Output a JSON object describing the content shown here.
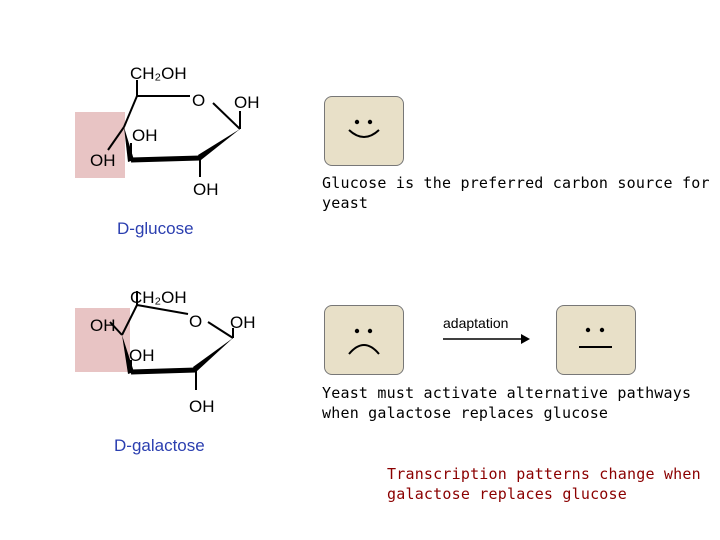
{
  "glucose": {
    "ch2oh": "CH₂OH",
    "ring_o": "O",
    "oh_c1": "OH",
    "oh_c4_hl": "OH",
    "oh_c3": "OH",
    "oh_c2": "OH",
    "name": "D-glucose",
    "highlight_color": "#e8c4c4"
  },
  "galactose": {
    "ch2oh": "CH₂OH",
    "ring_o": "O",
    "oh_c1": "OH",
    "oh_c4_hl": "OH",
    "oh_c3": "OH",
    "oh_c2": "OH",
    "name": "D-galactose",
    "highlight_color": "#e8c4c4"
  },
  "faces": {
    "happy": "happy-face-icon",
    "sad": "sad-face-icon",
    "neutral": "neutral-face-icon",
    "fill": "#e8e0c8"
  },
  "arrow_label": "adaptation",
  "notes": {
    "glucose_line1": "Glucose is the preferred carbon source for",
    "glucose_line2": "yeast",
    "galactose_line1": "Yeast must activate alternative pathways",
    "galactose_line2": "when galactose replaces glucose",
    "transcription_line1": "Transcription patterns change when",
    "transcription_line2": "galactose replaces glucose"
  },
  "colors": {
    "caption": "#2b3fb0",
    "transcription": "#8b0000"
  }
}
